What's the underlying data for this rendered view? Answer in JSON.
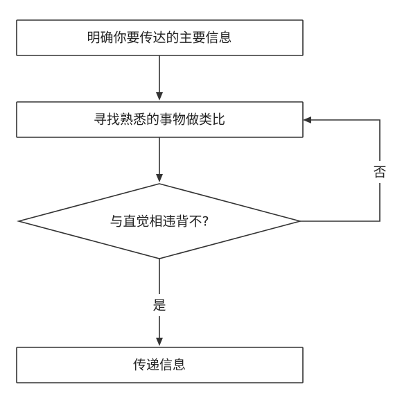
{
  "nodes": {
    "goal": "明确你要传达的主要信息",
    "find_analogy": "寻找熟悉的事物做类比",
    "decision": "与直觉相违背不?",
    "deliver": "传递信息"
  },
  "edges": {
    "yes_label": "是",
    "no_label": "否"
  }
}
